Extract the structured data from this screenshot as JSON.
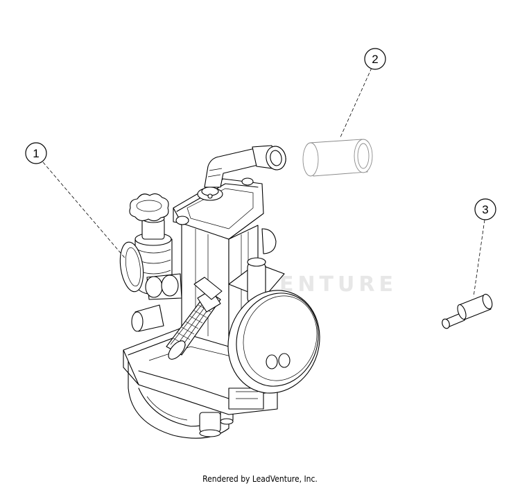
{
  "callouts": [
    {
      "number": "1",
      "part": "carburetor"
    },
    {
      "number": "2",
      "part": "sleeve"
    },
    {
      "number": "3",
      "part": "pin"
    }
  ],
  "watermark": "LEADVENTURE",
  "footer": "Rendered by LeadVenture, Inc."
}
